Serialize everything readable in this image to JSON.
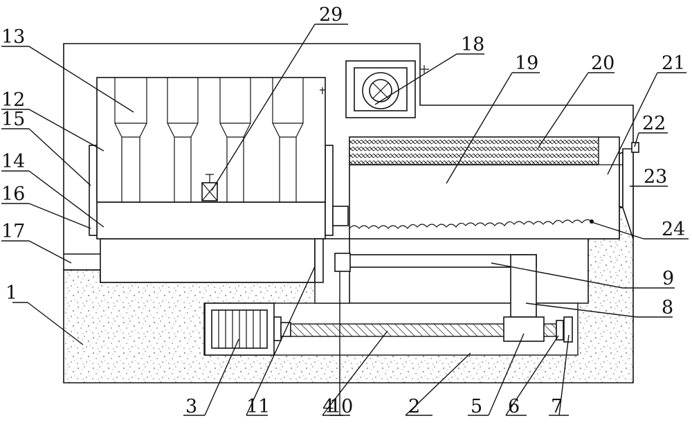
{
  "figure": {
    "colors": {
      "line": "#111111",
      "background": "#ffffff",
      "concrete_dots": "#555555"
    },
    "labels": [
      {
        "id": "label-1",
        "text": "1"
      },
      {
        "id": "label-2",
        "text": "2"
      },
      {
        "id": "label-3",
        "text": "3"
      },
      {
        "id": "label-4",
        "text": "4"
      },
      {
        "id": "label-5",
        "text": "5"
      },
      {
        "id": "label-6",
        "text": "6"
      },
      {
        "id": "label-7",
        "text": "7"
      },
      {
        "id": "label-8",
        "text": "8"
      },
      {
        "id": "label-9",
        "text": "9"
      },
      {
        "id": "label-10",
        "text": "10"
      },
      {
        "id": "label-11",
        "text": "11"
      },
      {
        "id": "label-12",
        "text": "12"
      },
      {
        "id": "label-13",
        "text": "13"
      },
      {
        "id": "label-14",
        "text": "14"
      },
      {
        "id": "label-15",
        "text": "15"
      },
      {
        "id": "label-16",
        "text": "16"
      },
      {
        "id": "label-17",
        "text": "17"
      },
      {
        "id": "label-18",
        "text": "18"
      },
      {
        "id": "label-19",
        "text": "19"
      },
      {
        "id": "label-20",
        "text": "20"
      },
      {
        "id": "label-21",
        "text": "21"
      },
      {
        "id": "label-22",
        "text": "22"
      },
      {
        "id": "label-23",
        "text": "23"
      },
      {
        "id": "label-24",
        "text": "24"
      },
      {
        "id": "label-29",
        "text": "29"
      }
    ]
  }
}
